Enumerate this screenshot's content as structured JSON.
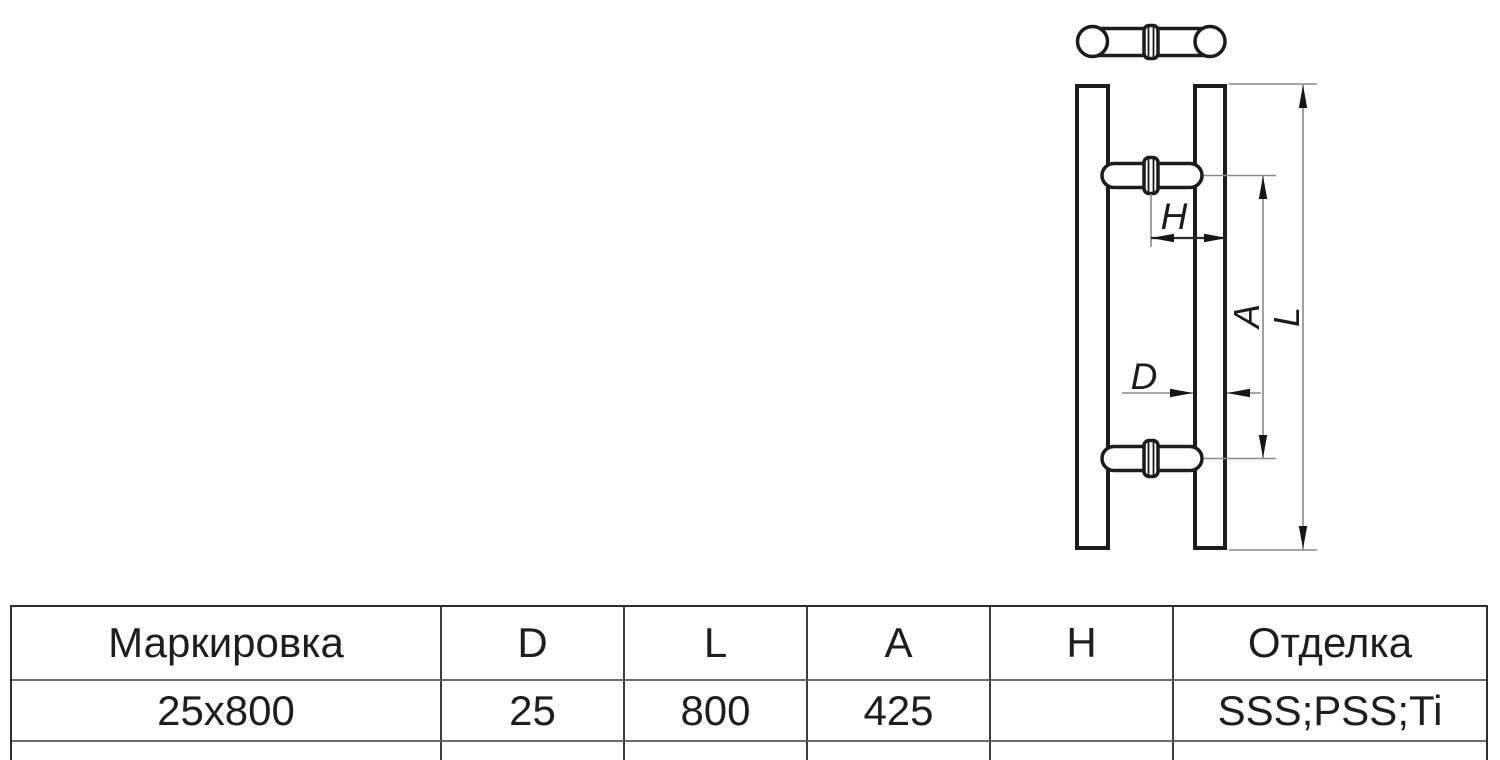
{
  "drawing": {
    "description": "double-sided door pull handle technical drawing",
    "labels": {
      "H": "H",
      "A": "A",
      "L": "L",
      "D": "D"
    },
    "colors": {
      "outline": "#1c1c1c",
      "dimension_line": "#8a8a8a",
      "arrow": "#161616",
      "background": "#ffffff"
    }
  },
  "table": {
    "columns": [
      "Маркировка",
      "D",
      "L",
      "A",
      "H",
      "Отделка"
    ],
    "rows": [
      [
        "25x800",
        "25",
        "800",
        "425",
        "",
        "SSS;PSS;Ti"
      ]
    ]
  }
}
